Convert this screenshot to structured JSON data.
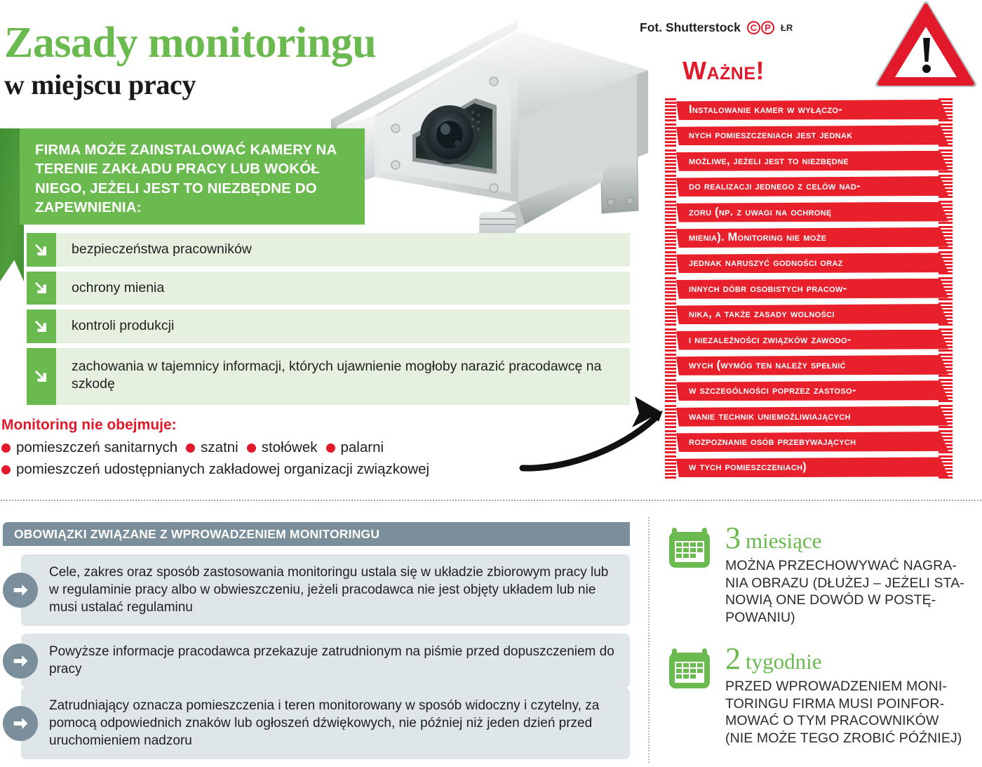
{
  "title": {
    "main": "Zasady monitoringu",
    "sub": "w miejscu pracy"
  },
  "credit": {
    "text": "Fot. Shutterstock",
    "copyright": "C",
    "published": "P",
    "author": "ŁR"
  },
  "banner": {
    "heading": "FIRMA MOŻE ZAINSTALOWAĆ KAMERY NA TERENIE ZAKŁADU PRACY LUB WOKÓŁ NIEGO, JEŻELI JEST TO NIEZBĘDNE DO ZAPEWNIENIA:"
  },
  "purposes": [
    "bezpieczeństwa pracowników",
    "ochrony mienia",
    "kontroli produkcji",
    "zachowania w tajemnicy informacji, których ujawnienie mogłoby narazić pracodawcę na szkodę"
  ],
  "exclusions": {
    "title": "Monitoring nie obejmuje:",
    "line1": [
      "pomieszczeń sanitarnych",
      "szatni",
      "stołówek",
      "palarni"
    ],
    "line2": [
      "pomieszczeń udostępnianych zakładowej organizacji związkowej"
    ]
  },
  "important": {
    "heading": "Ważne!",
    "bands": [
      "Instalowanie kamer w wyłączo-",
      "nych pomieszczeniach jest jednak",
      "możliwe, jeżeli jest to niezbędne",
      "do realizacji jednego z celów nad-",
      "zoru (np. z uwagi na ochronę",
      "mienia). Monitoring nie może",
      "jednak naruszyć godności oraz",
      "innych dóbr osobistych pracow-",
      "nika, a także zasady wolności",
      "i niezależności związków zawodo-",
      "wych (wymóg ten należy spełnić",
      "w szczególności poprzez zastoso-",
      "wanie technik uniemożliwiających",
      "rozpoznanie osób przebywających",
      "w tych pomieszczeniach)"
    ]
  },
  "duties": {
    "heading": "OBOWIĄZKI ZWIĄZANE Z WPROWADZENIEM MONITORINGU",
    "items": [
      "Cele, zakres oraz sposób zastosowania monitoringu ustala się w układzie zbiorowym pracy lub w regulaminie pracy albo w obwieszczeniu, jeżeli pracodawca nie jest objęty układem lub nie musi ustalać regulaminu",
      "Powyższe informacje pracodawca przekazuje zatrudnionym na piśmie przed dopuszczeniem do pracy",
      "Zatrudniający oznacza pomieszczenia i teren monitorowany w sposób widoczny i czytelny, za pomocą odpowiednich znaków lub ogłoszeń dźwiękowych, nie później niż jeden dzień przed uruchomieniem nadzoru"
    ]
  },
  "deadlines": [
    {
      "number": "3",
      "unit": "miesiące",
      "body": [
        "MOŻNA PRZECHOWYWAĆ NAGRA-",
        "NIA OBRAZU (DŁUŻEJ – JEŻELI STA-",
        "NOWIĄ ONE DOWÓD W POSTĘ-",
        "POWANIU)"
      ]
    },
    {
      "number": "2",
      "unit": "tygodnie",
      "body": [
        "PRZED WPROWADZENIEM MONI-",
        "TORINGU FIRMA MUSI POINFOR-",
        "MOWAĆ O TYM PRACOWNIKÓW",
        "(NIE MOŻE TEGO ZROBIĆ PÓŹNIEJ)"
      ]
    }
  ],
  "colors": {
    "green": "#6aba4f",
    "green_dark": "#3f8f34",
    "green_pale": "#e6f0de",
    "red": "#e2182b",
    "band_red": "#e8202c",
    "slate": "#7b8e9b",
    "slate_pale": "#dfe6ea"
  }
}
